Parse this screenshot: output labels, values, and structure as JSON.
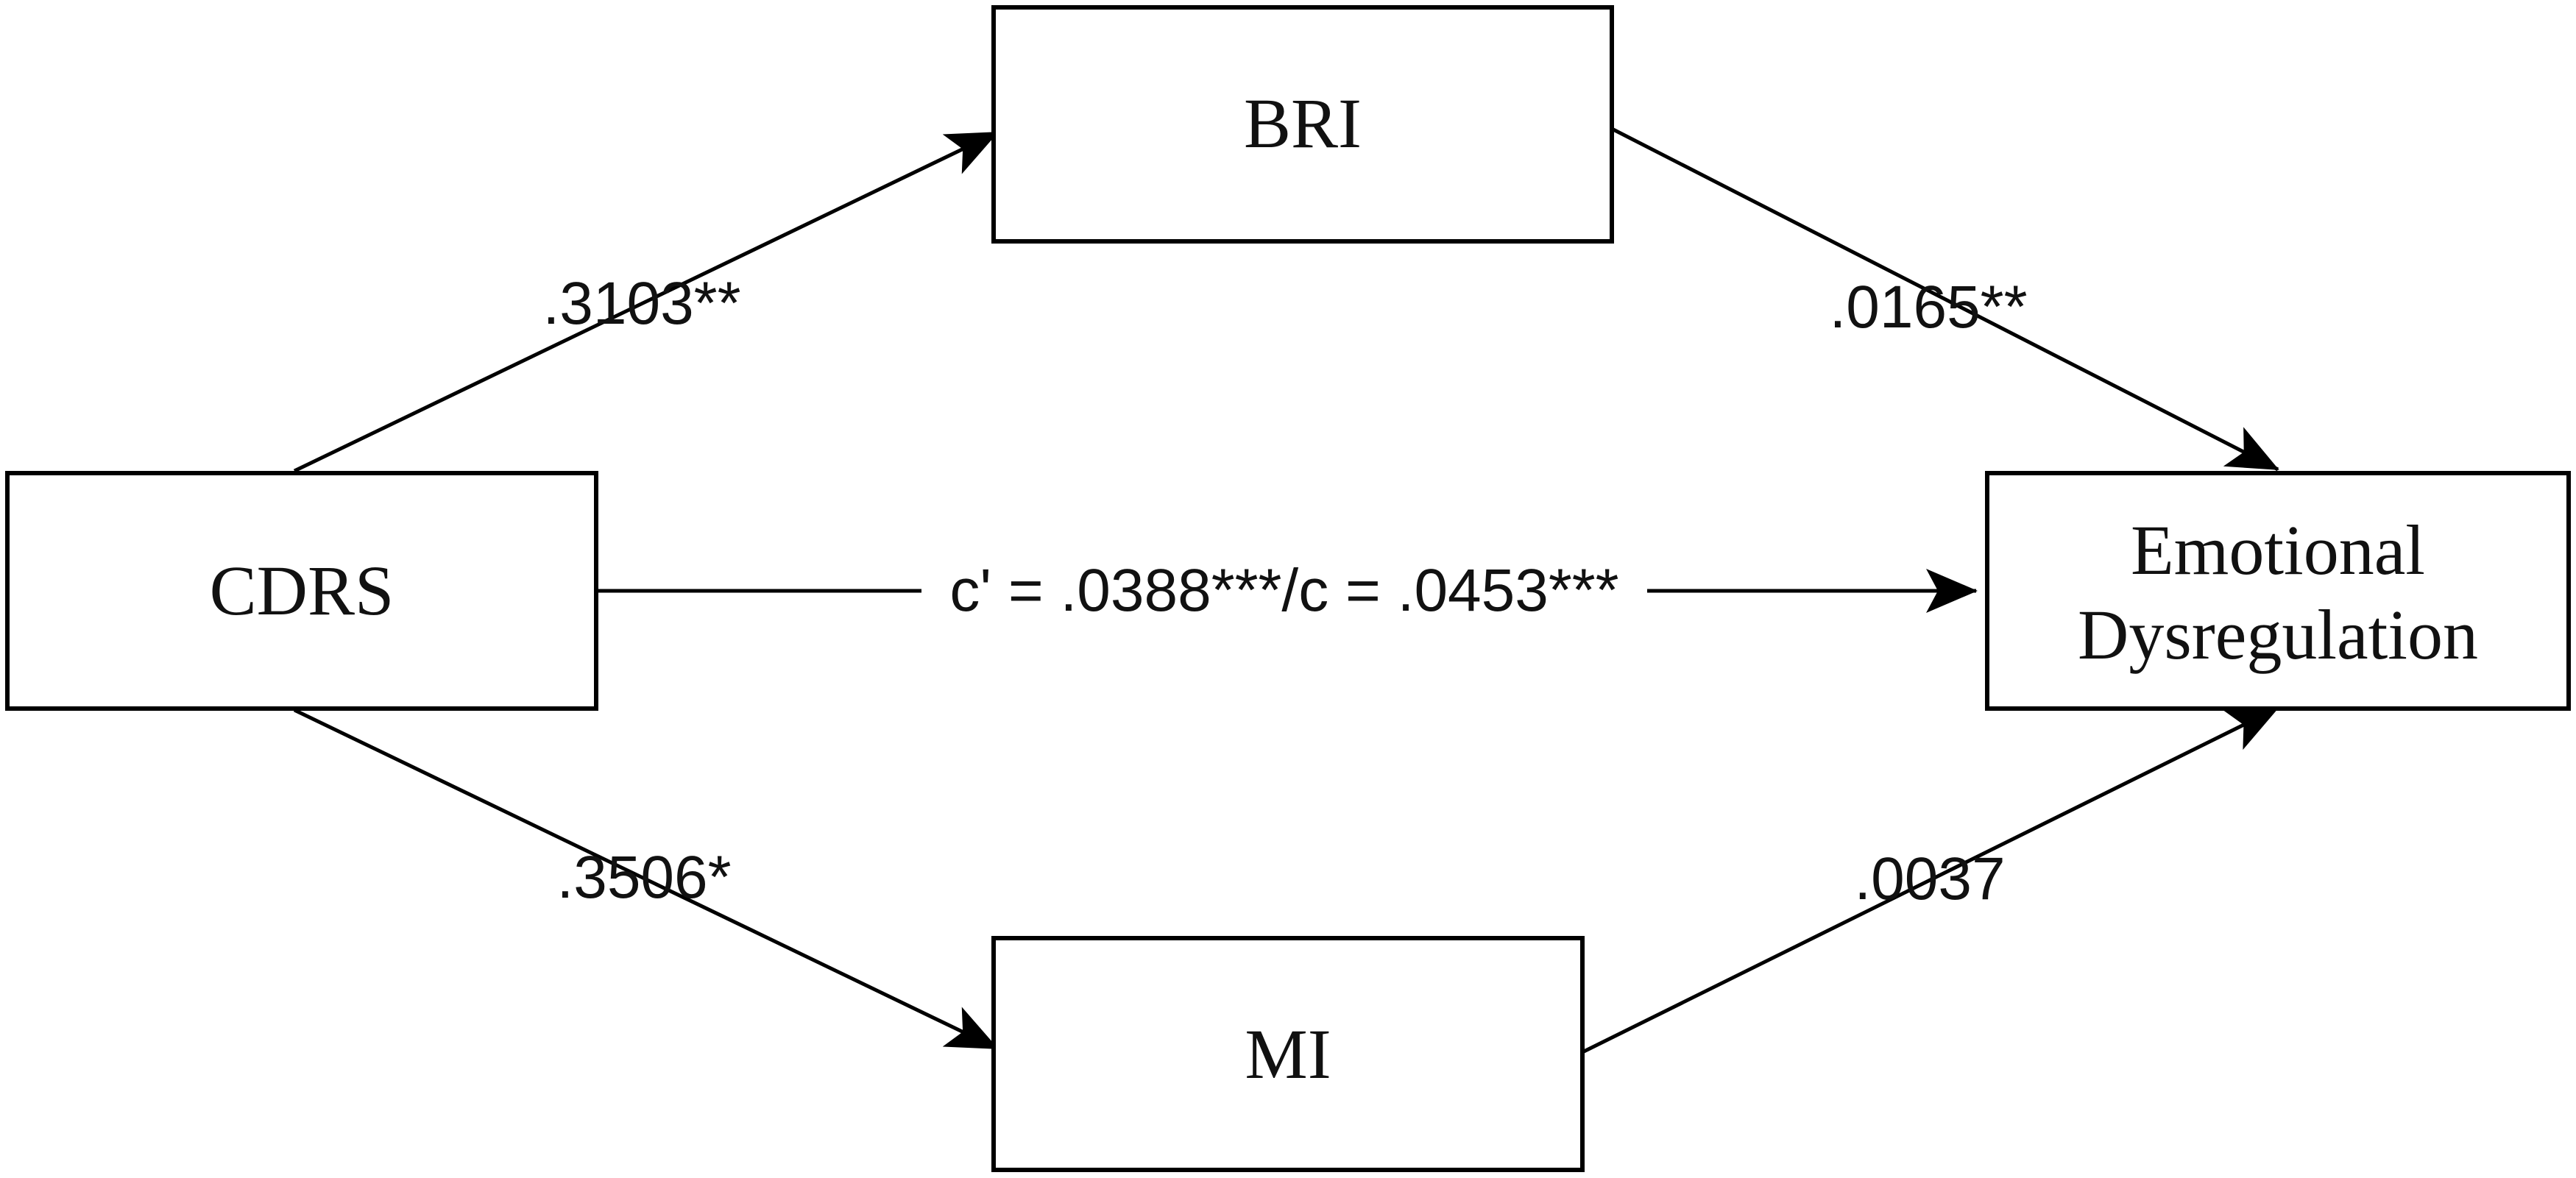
{
  "nodes": {
    "bri": {
      "label": "BRI"
    },
    "cdrs": {
      "label": "CDRS"
    },
    "mi": {
      "label": "MI"
    },
    "emotional_dysregulation": {
      "lines": [
        "Emotional",
        "Dysregulation"
      ]
    }
  },
  "edges": {
    "cdrs_to_bri": {
      "label": ".3103**"
    },
    "bri_to_ed": {
      "label": ".0165**"
    },
    "cdrs_to_ed": {
      "label": "c' = .0388***/c = .0453***"
    },
    "cdrs_to_mi": {
      "label": ".3506*"
    },
    "mi_to_ed": {
      "label": ".0037"
    }
  },
  "colors": {
    "stroke": "#000000",
    "text": "#111111",
    "background": "#ffffff"
  }
}
